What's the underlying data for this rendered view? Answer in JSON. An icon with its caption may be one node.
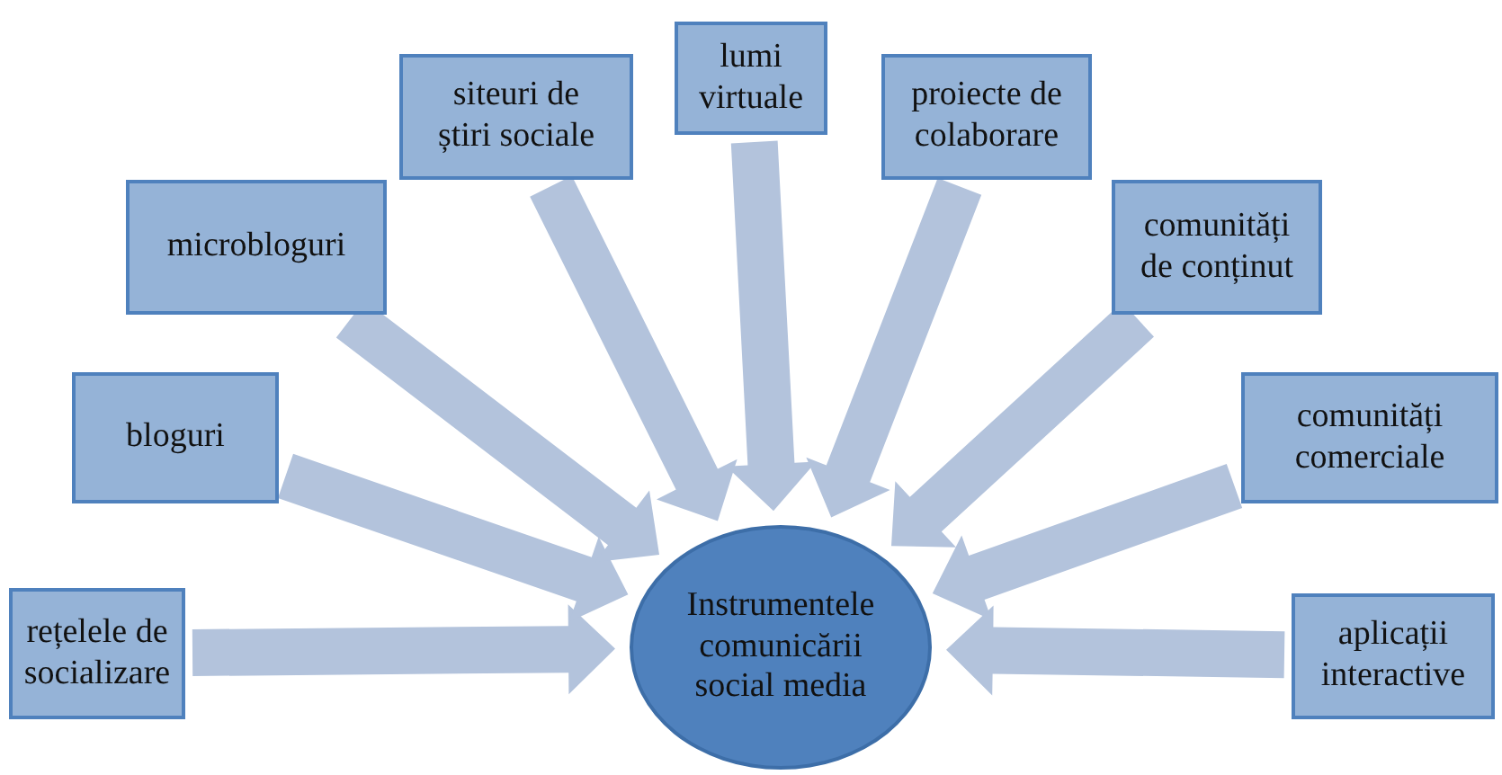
{
  "diagram": {
    "nodes": [
      {
        "text": [
          "rețelele de socializare"
        ]
      },
      {
        "text": [
          "bloguri"
        ]
      },
      {
        "text": [
          "microbloguri"
        ]
      },
      {
        "text": [
          "siteuri de știri sociale"
        ]
      },
      {
        "text": [
          "lumi virtuale"
        ]
      },
      {
        "text": [
          "proiecte de colaborare"
        ]
      },
      {
        "text": [
          "comunități de conținut"
        ]
      },
      {
        "text": [
          "comunități comerciale"
        ]
      },
      {
        "text": [
          "aplicații interactive"
        ]
      },
      {
        "text": [
          "Instrumentele comunicării social media"
        ]
      }
    ],
    "edges": [
      {
        "from": 0,
        "to": 9,
        "arrow": "to"
      },
      {
        "from": 1,
        "to": 9,
        "arrow": "to"
      },
      {
        "from": 2,
        "to": 9,
        "arrow": "to"
      },
      {
        "from": 3,
        "to": 9,
        "arrow": "to"
      },
      {
        "from": 4,
        "to": 9,
        "arrow": "to"
      },
      {
        "from": 5,
        "to": 9,
        "arrow": "to"
      },
      {
        "from": 6,
        "to": 9,
        "arrow": "to"
      },
      {
        "from": 7,
        "to": 9,
        "arrow": "to"
      },
      {
        "from": 8,
        "to": 9,
        "arrow": "to"
      }
    ]
  }
}
